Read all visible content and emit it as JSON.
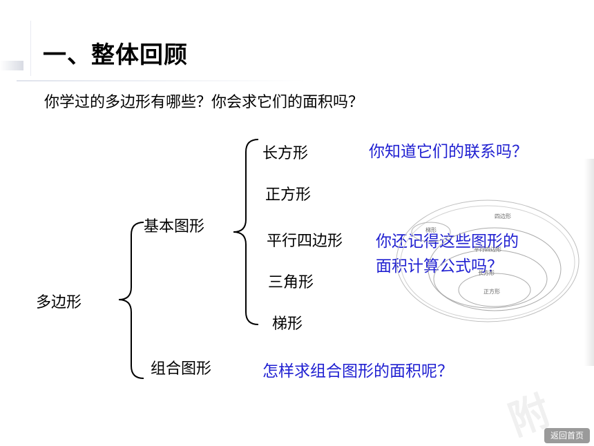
{
  "header": {
    "title": "一、整体回顾",
    "question": "你学过的多边形有哪些？你会求它们的面积吗？"
  },
  "tree": {
    "root": "多边形",
    "basic": "基本图形",
    "combined": "组合图形",
    "shapes": [
      "长方形",
      "正方形",
      "平行四边形",
      "三角形",
      "梯形"
    ]
  },
  "prompts": {
    "relation": "你知道它们的联系吗？",
    "formula_line1": "你还记得这些图形的",
    "formula_line2": "面积计算公式吗？",
    "combined_area": "怎样求组合图形的面积呢？"
  },
  "venn": {
    "outer": "四边形",
    "trapezoid": "梯形",
    "parallelogram": "平行四边形",
    "rectangle": "长方形",
    "square": "正方形"
  },
  "footer": {
    "back_button": "返回首页",
    "watermark": "附"
  },
  "colors": {
    "prompt_blue": "#1f1fd1",
    "button_gray": "#9a9a9a"
  }
}
